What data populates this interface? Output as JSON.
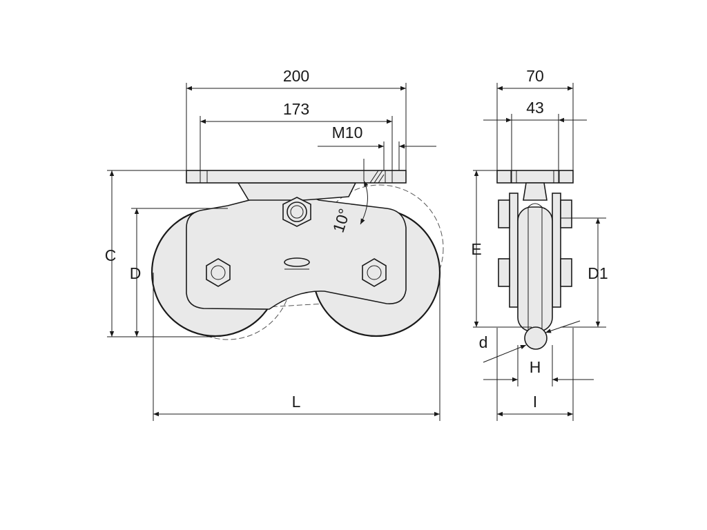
{
  "dimensions": {
    "width_total": "200",
    "hole_spacing": "173",
    "thread": "M10",
    "angle": "10°",
    "height_c": "C",
    "height_d": "D",
    "length_l": "L",
    "side_width": "70",
    "side_hole": "43",
    "height_e": "E",
    "wheel_d1": "D1",
    "rope_d": "d",
    "groove_h": "H",
    "width_i": "I"
  }
}
